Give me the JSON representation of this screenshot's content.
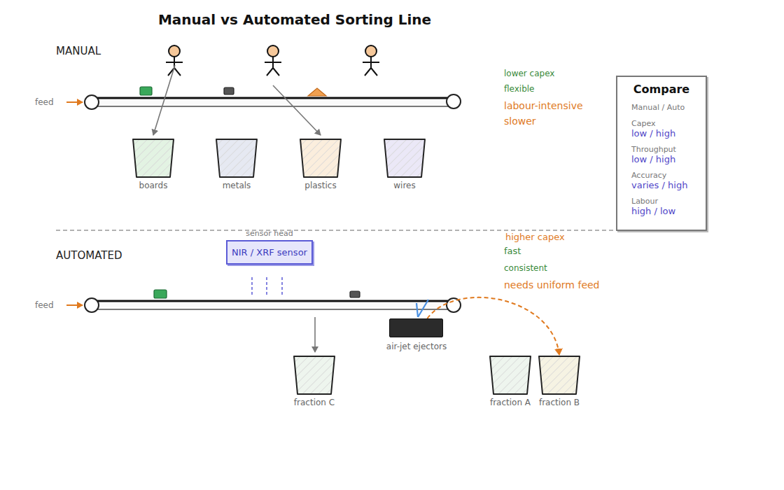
{
  "diagram": {
    "title": "Manual vs Automated Sorting Line",
    "nodes": [
      {
        "text": [
          "boards"
        ]
      },
      {
        "text": [
          "metals"
        ]
      },
      {
        "text": [
          "plastics"
        ]
      },
      {
        "text": [
          "wires"
        ]
      },
      {
        "text": [
          "Compare",
          "Manual / Auto",
          "Capex",
          "low / high",
          "Throughput",
          "low / high",
          "Accuracy",
          "varies / high",
          "Labour",
          "high / low"
        ]
      },
      {
        "text": [
          "sensor head",
          "NIR / XRF sensor"
        ]
      },
      {
        "text": [
          "air-jet ejectors"
        ]
      },
      {
        "text": [
          "fraction C"
        ]
      },
      {
        "text": [
          "fraction A"
        ]
      },
      {
        "text": [
          "fraction B"
        ]
      }
    ],
    "edges": [
      {
        "from": 6,
        "to": 9,
        "arrow": "to"
      }
    ],
    "labels": [
      "MANUAL",
      "feed",
      "lower capex",
      "flexible",
      "labour-intensive",
      "slower",
      "AUTOMATED",
      "feed",
      "higher capex",
      "fast",
      "consistent",
      "needs uniform feed"
    ]
  }
}
